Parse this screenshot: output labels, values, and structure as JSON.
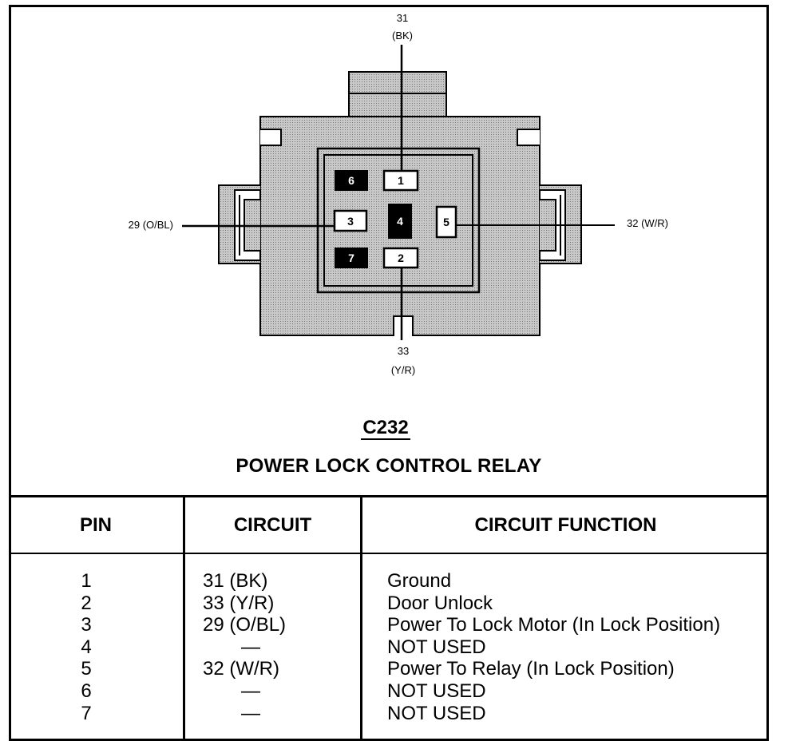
{
  "connector": {
    "id": "C232",
    "title": "POWER LOCK CONTROL RELAY",
    "wire_labels": {
      "top_circuit": "31",
      "top_color": "(BK)",
      "left": "29 (O/BL)",
      "right": "32 (W/R)",
      "bottom_circuit": "33",
      "bottom_color": "(Y/R)"
    },
    "pins": [
      {
        "label": "1",
        "style": "open"
      },
      {
        "label": "2",
        "style": "open"
      },
      {
        "label": "3",
        "style": "open"
      },
      {
        "label": "4",
        "style": "filled"
      },
      {
        "label": "5",
        "style": "open"
      },
      {
        "label": "6",
        "style": "filled"
      },
      {
        "label": "7",
        "style": "filled"
      }
    ],
    "colors": {
      "housing_fill": "#bdbdbd",
      "ink": "#000000"
    }
  },
  "table": {
    "headers": {
      "pin": "PIN",
      "circuit": "CIRCUIT",
      "function": "CIRCUIT FUNCTION"
    },
    "rows": [
      {
        "pin": "1",
        "circuit": "31 (BK)",
        "function": "Ground"
      },
      {
        "pin": "2",
        "circuit": "33 (Y/R)",
        "function": "Door Unlock"
      },
      {
        "pin": "3",
        "circuit": "29 (O/BL)",
        "function": "Power To Lock Motor (In Lock Position)"
      },
      {
        "pin": "4",
        "circuit": "—",
        "function": "NOT USED"
      },
      {
        "pin": "5",
        "circuit": "32 (W/R)",
        "function": "Power To Relay (In Lock Position)"
      },
      {
        "pin": "6",
        "circuit": "—",
        "function": "NOT USED"
      },
      {
        "pin": "7",
        "circuit": "—",
        "function": "NOT USED"
      }
    ]
  }
}
